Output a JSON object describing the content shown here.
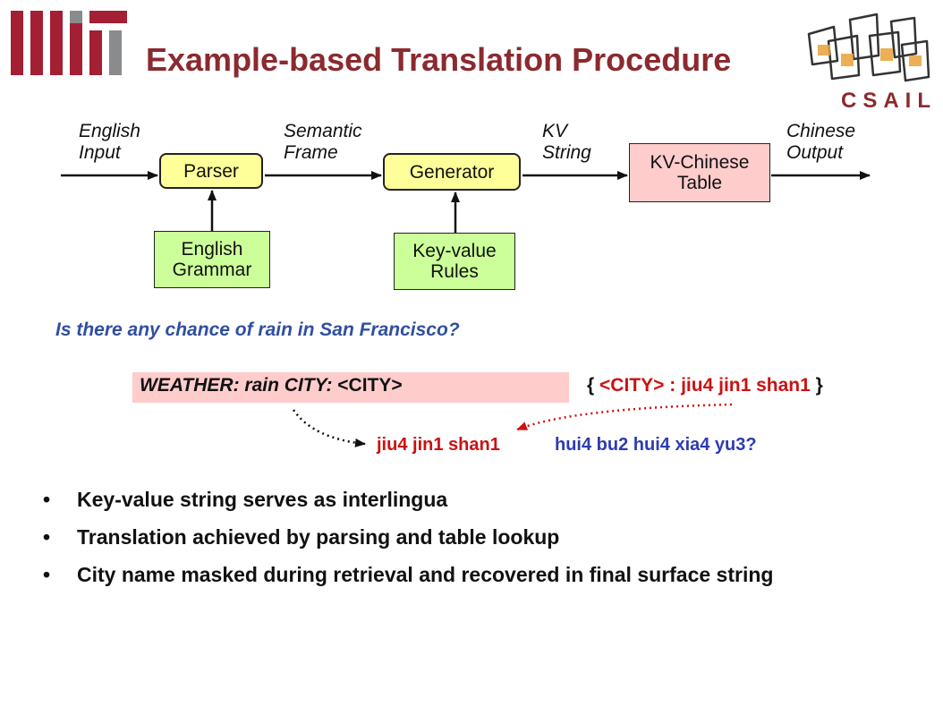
{
  "slide": {
    "title": "Example-based Translation Procedure"
  },
  "logos": {
    "left": "MIT",
    "right": "CSAIL"
  },
  "pipeline": {
    "labels": {
      "english_input": [
        "English",
        "Input"
      ],
      "semantic_frame": [
        "Semantic",
        "Frame"
      ],
      "kv_string": [
        "KV",
        "String"
      ],
      "chinese_output": [
        "Chinese",
        "Output"
      ]
    },
    "boxes": {
      "parser": "Parser",
      "generator": "Generator",
      "kv_chinese_table": [
        "KV-Chinese",
        "Table"
      ],
      "english_grammar": [
        "English",
        "Grammar"
      ],
      "key_value_rules": [
        "Key-value",
        "Rules"
      ]
    },
    "colors": {
      "process": "#ffff99",
      "resource": "#ccff99",
      "table": "#ffcccc"
    }
  },
  "example": {
    "question": "Is there any chance of rain in San Francisco?",
    "kv_string": {
      "key_part": "WEATHER: rain  CITY: ",
      "variable": "<CITY>"
    },
    "mapping": {
      "open": "{",
      "key": "<CITY>",
      "sep": ":",
      "value": "jiu4 jin1 shan1",
      "close": "}"
    },
    "output": {
      "city": "jiu4 jin1 shan1",
      "rest": "hui4 bu2 hui4 xia4 yu3?"
    }
  },
  "bullets": [
    "Key-value string serves as interlingua",
    "Translation achieved by parsing and table lookup",
    "City name masked during retrieval and recovered in final surface string"
  ]
}
